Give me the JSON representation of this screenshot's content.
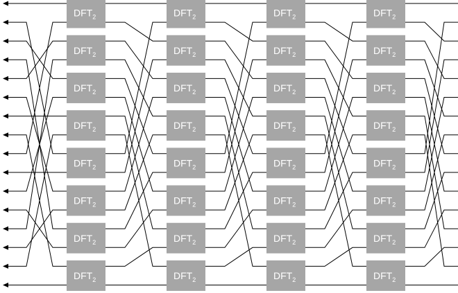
{
  "diagram": {
    "block_label": "DFT",
    "block_subscript": "2",
    "stages": 4,
    "blocks_per_stage": 8,
    "lines": 16,
    "flow_direction": "right-to-left",
    "colors": {
      "block": "#a6a6a6",
      "block_text": "#ffffff",
      "wire": "#000000"
    }
  }
}
